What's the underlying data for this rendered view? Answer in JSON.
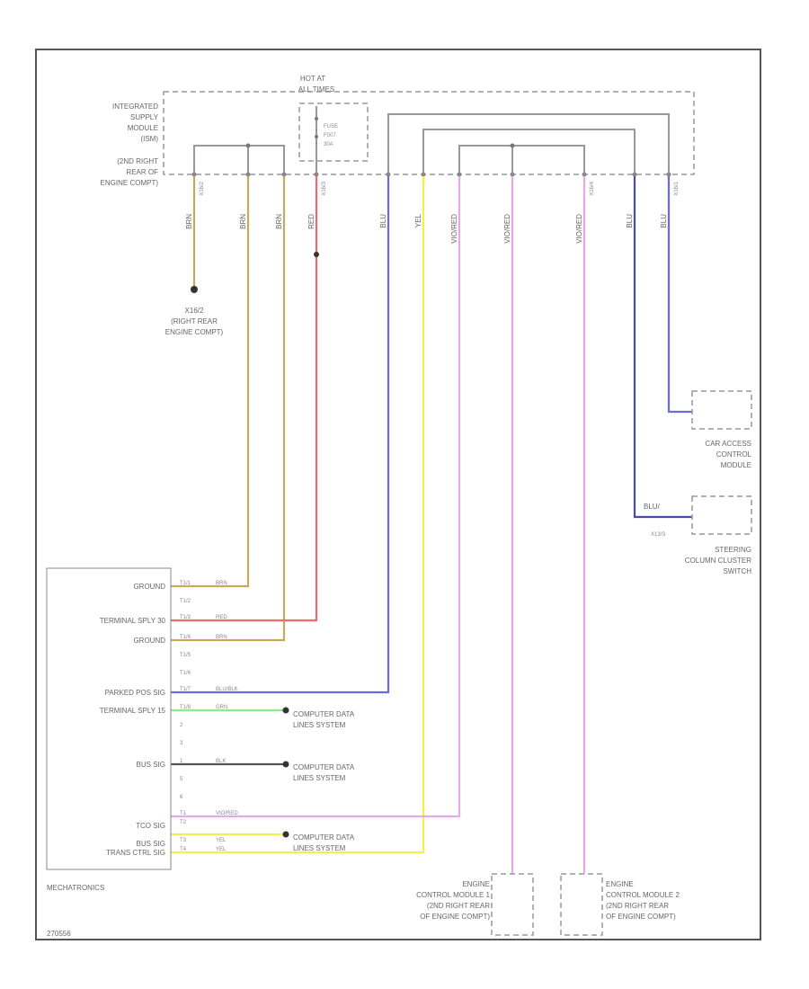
{
  "colors": {
    "brn": "#c8a85a",
    "red": "#ef6b6b",
    "blu": "#6b6bdd",
    "dkblu": "#4a4aa8",
    "yel": "#f2f04a",
    "violet": "#e9a6ea",
    "grn": "#8ee88e",
    "blk": "#555555"
  },
  "labels": {
    "hot_at": "HOT AT",
    "all_times": "ALL TIMES",
    "fuse": "FUSE",
    "fuse_num": "F007",
    "fuse_amp": "30A",
    "ism_lines": [
      "INTEGRATED",
      "SUPPLY",
      "MODULE",
      "(ISM)",
      "(2ND RIGHT",
      "REAR OF",
      "ENGINE COMPT)"
    ],
    "ground_point": [
      "X16/2",
      "(RIGHT REAR",
      "ENGINE COMPT)"
    ],
    "mechatronics": "MECHATRONICS",
    "cac_module": [
      "CAR ACCESS",
      "CONTROL",
      "MODULE"
    ],
    "steering_col": [
      "STEERING",
      "COLUMN CLUSTER",
      "SWITCH"
    ],
    "ecm1": [
      "ENGINE",
      "CONTROL MODULE 1",
      "(2ND RIGHT REAR",
      "OF ENGINE COMPT)"
    ],
    "ecm2": [
      "ENGINE",
      "CONTROL MODULE 2",
      "(2ND RIGHT REAR",
      "OF ENGINE COMPT)"
    ],
    "computer_data_1": [
      "COMPUTER DATA",
      "LINES SYSTEM"
    ],
    "computer_data_2": [
      "COMPUTER DATA",
      "LINES SYSTEM"
    ],
    "computer_data_3": [
      "COMPUTER DATA",
      "LINES SYSTEM"
    ],
    "diagram_id": "270556",
    "blu_blk": "BLU/",
    "x13a": "X13/S"
  },
  "mechatronics_pins": [
    {
      "name": "GROUND",
      "pin": "T1/1",
      "wire": "BRN"
    },
    {
      "name": "",
      "pin": "T1/2",
      "wire": ""
    },
    {
      "name": "TERMINAL SPLY 30",
      "pin": "T1/3",
      "wire": "RED"
    },
    {
      "name": "GROUND",
      "pin": "T1/4",
      "wire": "BRN"
    },
    {
      "name": "",
      "pin": "T1/5",
      "wire": ""
    },
    {
      "name": "",
      "pin": "T1/6",
      "wire": ""
    },
    {
      "name": "PARKED POS SIG",
      "pin": "T1/7",
      "wire": "BLU/BLK"
    },
    {
      "name": "TERMINAL SPLY 15",
      "pin": "T1/8",
      "wire": "GRN"
    },
    {
      "name": "",
      "pin": "2",
      "wire": ""
    },
    {
      "name": "",
      "pin": "3",
      "wire": ""
    },
    {
      "name": "BUS SIG",
      "pin": "1",
      "wire": "BLK"
    },
    {
      "name": "",
      "pin": "5",
      "wire": ""
    },
    {
      "name": "",
      "pin": "6",
      "wire": ""
    },
    {
      "name": "",
      "pin": "T1",
      "wire": "VIO/RED"
    },
    {
      "name": "TCO SIG",
      "pin": "T2",
      "wire": ""
    },
    {
      "name": "BUS SIG",
      "pin": "T3",
      "wire": "YEL"
    },
    {
      "name": "TRANS CTRL SIG",
      "pin": "T4",
      "wire": "YEL"
    }
  ],
  "top_wires": [
    {
      "wire": "BRN",
      "conn": "X16/2"
    },
    {
      "wire": "BRN",
      "conn": ""
    },
    {
      "wire": "BRN",
      "conn": ""
    },
    {
      "wire": "RED",
      "conn": "X16/3"
    },
    {
      "wire": "BLU",
      "conn": ""
    },
    {
      "wire": "YEL",
      "conn": ""
    },
    {
      "wire": "VIO/RED",
      "conn": ""
    },
    {
      "wire": "VIO/RED",
      "conn": ""
    },
    {
      "wire": "VIO/RED",
      "conn": "X16/4"
    },
    {
      "wire": "BLU",
      "conn": ""
    },
    {
      "wire": "BLU",
      "conn": "X16/1"
    }
  ]
}
